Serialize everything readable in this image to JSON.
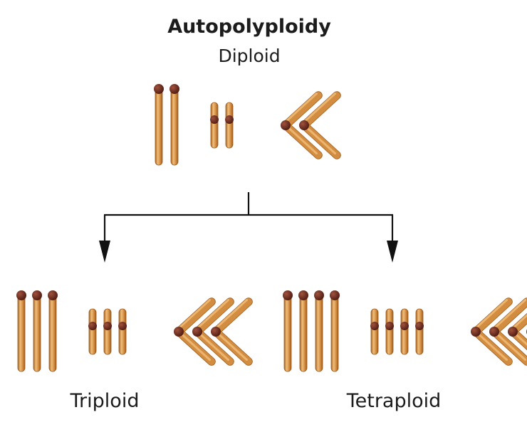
{
  "title": "Autopolyploidy",
  "top_group": {
    "label": "Diploid",
    "copies": 2
  },
  "bottom_groups": [
    {
      "label": "Triploid",
      "copies": 3
    },
    {
      "label": "Tetraploid",
      "copies": 4
    }
  ],
  "chromosome_types": [
    "long-metacentric-top",
    "short-metacentric",
    "bent-v-shaped"
  ],
  "colors": {
    "chromosome_body": "#d38d40",
    "chromosome_highlight": "#f1bf7c",
    "chromosome_shadow": "#9c5a1c",
    "centromere": "#6b2a1e",
    "arrow": "#111111",
    "text": "#1c1c1c"
  }
}
